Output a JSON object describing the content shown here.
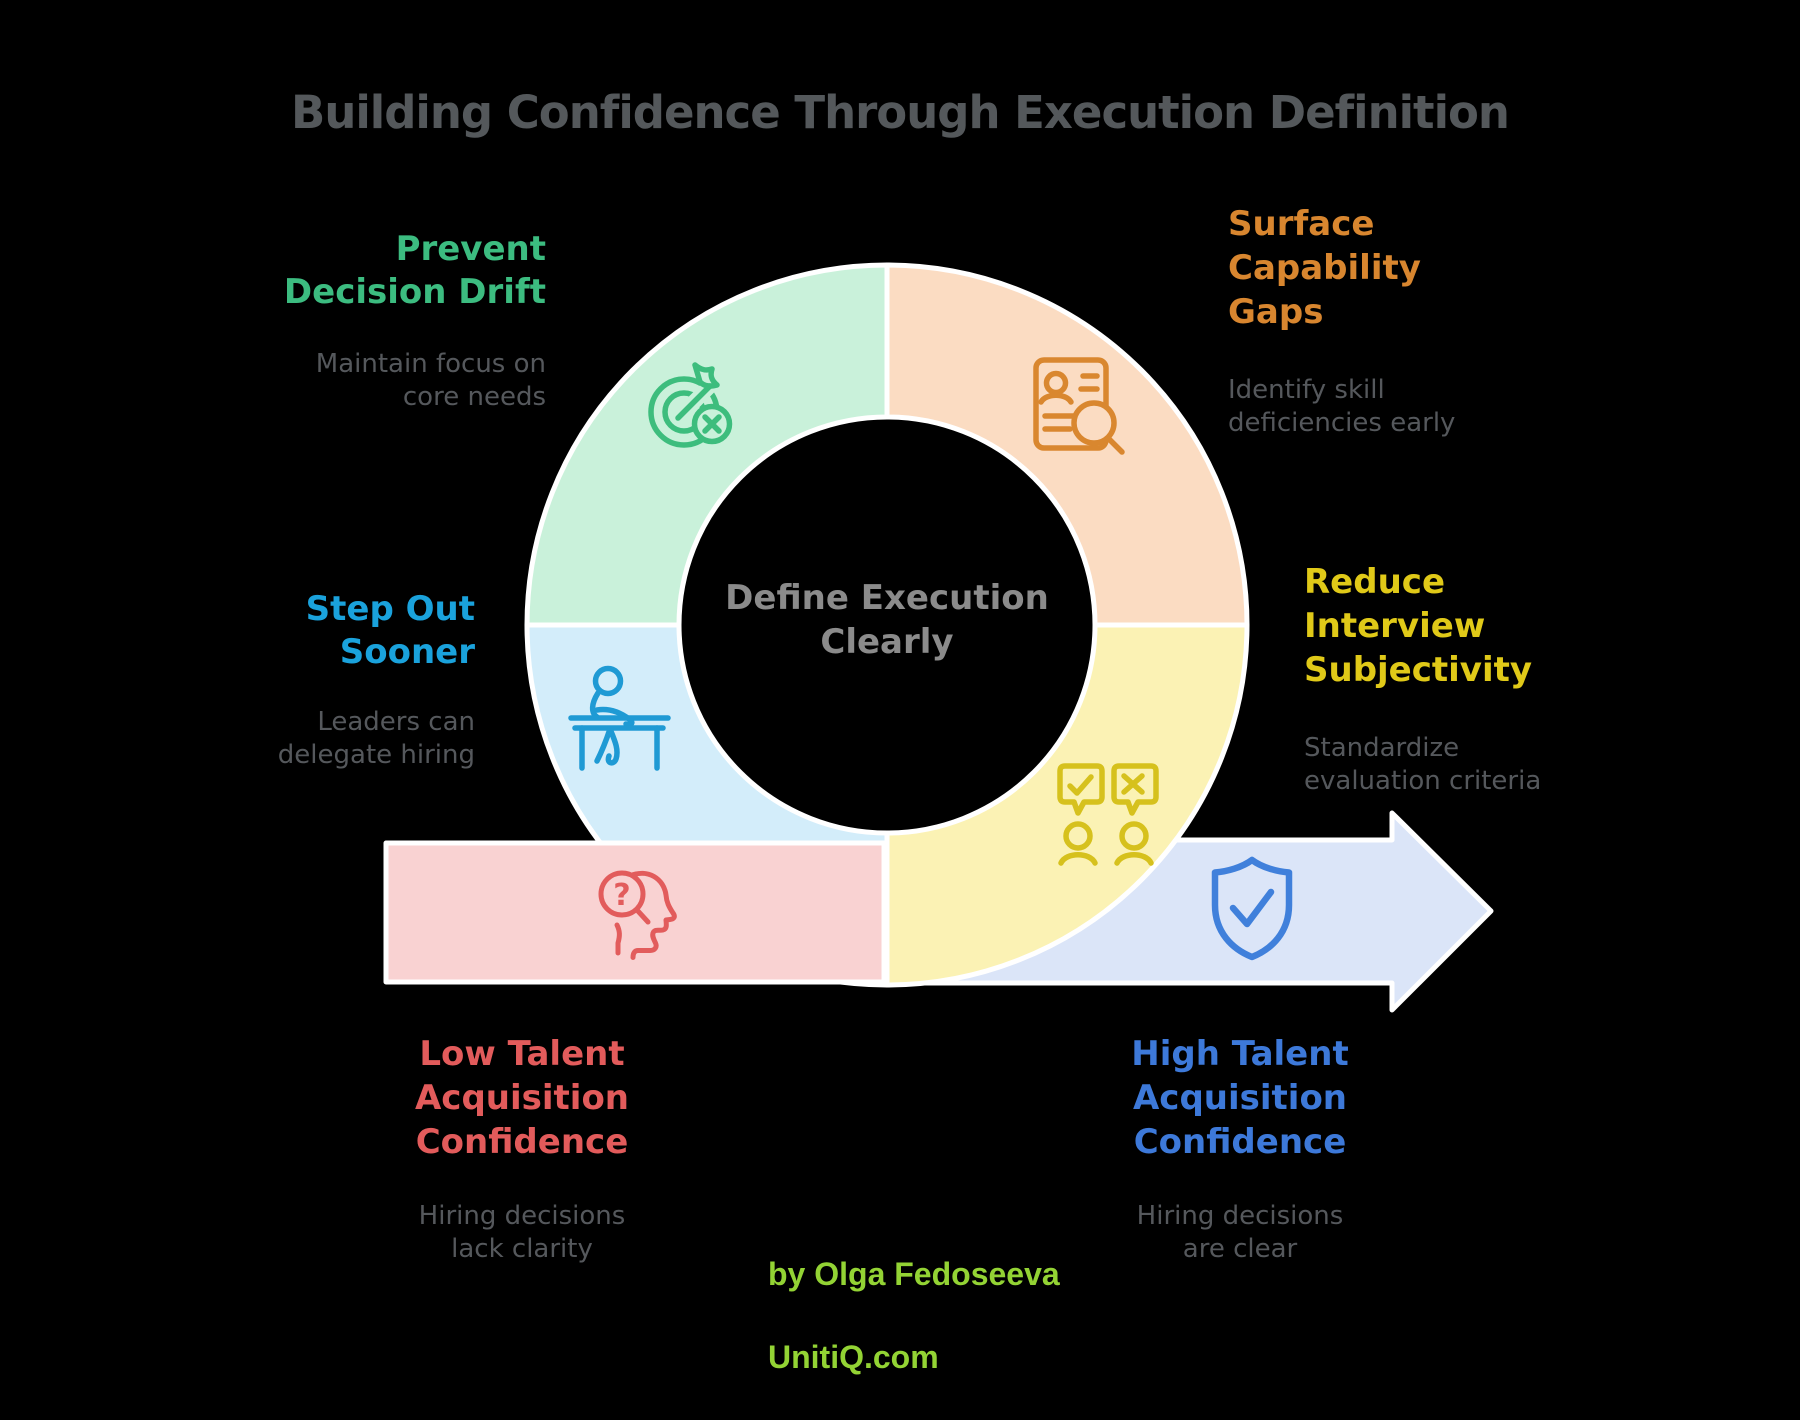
{
  "title": "Building Confidence Through Execution Definition",
  "center": {
    "label": "Define Execution\nClearly"
  },
  "sections": {
    "prevent_decision_drift": {
      "heading": "Prevent\nDecision Drift",
      "subtext": "Maintain focus on\ncore needs",
      "color": "#3cbc80"
    },
    "surface_capability_gaps": {
      "heading": "Surface\nCapability\nGaps",
      "subtext": "Identify skill\ndeficiencies early",
      "color": "#d8862f"
    },
    "step_out_sooner": {
      "heading": "Step Out\nSooner",
      "subtext": "Leaders can\ndelegate hiring",
      "color": "#1aa2dc"
    },
    "reduce_interview_subjectivity": {
      "heading": "Reduce\nInterview\nSubjectivity",
      "subtext": "Standardize\nevaluation criteria",
      "color": "#e0c918"
    },
    "low_talent_acquisition_confidence": {
      "heading": "Low Talent\nAcquisition\nConfidence",
      "subtext": "Hiring decisions\nlack clarity",
      "color": "#e25b5b"
    },
    "high_talent_acquisition_confidence": {
      "heading": "High Talent\nAcquisition\nConfidence",
      "subtext": "Hiring decisions\nare clear",
      "color": "#3d79d9"
    }
  },
  "attribution": {
    "line1": "by Olga Fedoseeva",
    "line2": "UnitiQ.com"
  },
  "icons": [
    {
      "name": "target-dart-icon",
      "meaning": "goal target with dart and x badge"
    },
    {
      "name": "resume-search-icon",
      "meaning": "resume document with magnifier"
    },
    {
      "name": "desk-person-icon",
      "meaning": "person working at a desk"
    },
    {
      "name": "chat-check-x-people-icon",
      "meaning": "two interviewers with check and x speech bubbles"
    },
    {
      "name": "head-question-icon",
      "meaning": "head profile with question-mark magnifier"
    },
    {
      "name": "shield-check-icon",
      "meaning": "shield with checkmark"
    }
  ],
  "colors": {
    "background": "#000000",
    "title_text": "#54585b",
    "subtext": "#55585c",
    "center_text": "#8b8b8b",
    "lime": "#93d334",
    "divider": "#ffffff",
    "green_stroke": "#3dbd7d",
    "green_fill": "#c9f1da",
    "orange_stroke": "#d9872f",
    "orange_fill": "#fbdcc2",
    "yellow_stroke": "#d6c11d",
    "yellow_fill": "#fbf2b4",
    "cyan_stroke": "#1f9ad4",
    "cyan_fill": "#d3edfa",
    "red_stroke": "#e25c5c",
    "red_fill": "#f9d2d2",
    "blue_stroke": "#4080db",
    "blue_fill": "#dbe5f8"
  }
}
